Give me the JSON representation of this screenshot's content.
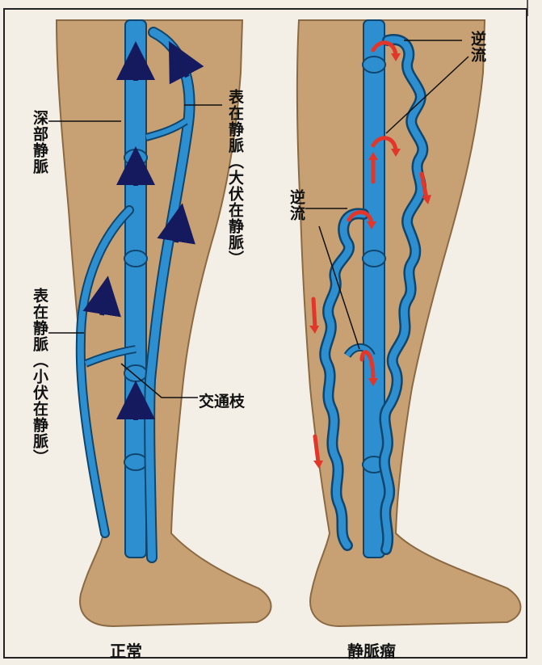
{
  "labels": {
    "deep_vein": "深部静脈",
    "superficial_great": "表在静脈（大伏在静脈）",
    "superficial_small": "表在静脈（小伏在静脈）",
    "communicating": "交通枝",
    "reflux_1": "逆流",
    "reflux_2": "逆流",
    "normal": "正常",
    "varicose": "静脈瘤"
  },
  "colors": {
    "skin": "#c7a173",
    "vein": "#2d8fcf",
    "vein_outline": "#10456e",
    "flow_arrow": "#151a5e",
    "reflux_arrow": "#e2362a",
    "paper": "#f4efe6"
  }
}
